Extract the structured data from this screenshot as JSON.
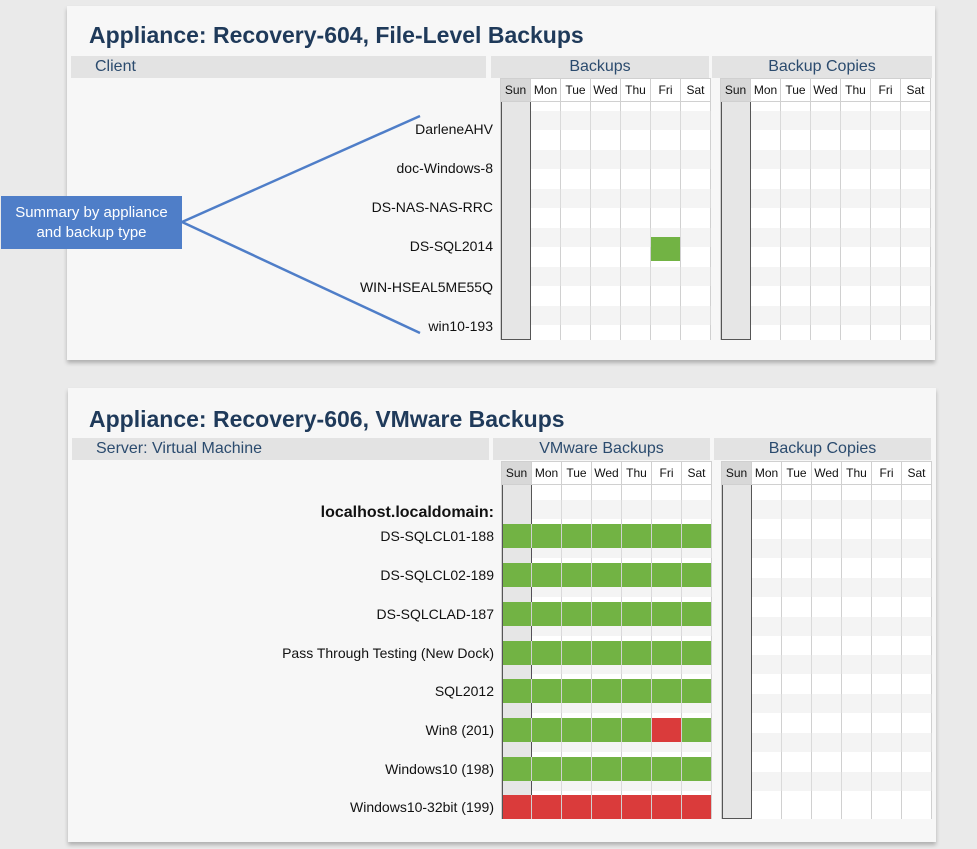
{
  "days": [
    "Sun",
    "Mon",
    "Tue",
    "Wed",
    "Thu",
    "Fri",
    "Sat"
  ],
  "colors": {
    "success": "#72b344",
    "failure": "#da3b3b",
    "title": "#1f3a5a",
    "callout": "#4f7ec8"
  },
  "callout": {
    "text_line1": "Summary by appliance",
    "text_line2": "and backup type"
  },
  "card1": {
    "title": "Appliance: Recovery-604, File-Level Backups",
    "col_header": "Client",
    "backups_header": "Backups",
    "copies_header": "Backup Copies",
    "rows": [
      {
        "label": "DarleneAHV",
        "cells": [
          "",
          "",
          "",
          "",
          "",
          "",
          ""
        ]
      },
      {
        "label": "doc-Windows-8",
        "cells": [
          "",
          "",
          "",
          "",
          "",
          "",
          ""
        ]
      },
      {
        "label": "DS-NAS-NAS-RRC",
        "cells": [
          "",
          "",
          "",
          "",
          "",
          "",
          ""
        ]
      },
      {
        "label": "DS-SQL2014",
        "cells": [
          "",
          "",
          "",
          "",
          "",
          "success",
          ""
        ]
      },
      {
        "label": "WIN-HSEAL5ME55Q",
        "cells": [
          "",
          "",
          "",
          "",
          "",
          "",
          ""
        ]
      },
      {
        "label": "win10-193",
        "cells": [
          "",
          "",
          "",
          "",
          "",
          "",
          ""
        ]
      }
    ]
  },
  "card2": {
    "title": "Appliance: Recovery-606, VMware Backups",
    "col_header": "Server: Virtual Machine",
    "backups_header": "VMware Backups",
    "copies_header": "Backup Copies",
    "group": "localhost.localdomain:",
    "rows": [
      {
        "label": "DS-SQLCL01-188",
        "cells": [
          "success",
          "success",
          "success",
          "success",
          "success",
          "success",
          "success"
        ]
      },
      {
        "label": "DS-SQLCL02-189",
        "cells": [
          "success",
          "success",
          "success",
          "success",
          "success",
          "success",
          "success"
        ]
      },
      {
        "label": "DS-SQLCLAD-187",
        "cells": [
          "success",
          "success",
          "success",
          "success",
          "success",
          "success",
          "success"
        ]
      },
      {
        "label": "Pass Through Testing (New Dock)",
        "cells": [
          "success",
          "success",
          "success",
          "success",
          "success",
          "success",
          "success"
        ]
      },
      {
        "label": "SQL2012",
        "cells": [
          "success",
          "success",
          "success",
          "success",
          "success",
          "success",
          "success"
        ]
      },
      {
        "label": "Win8 (201)",
        "cells": [
          "success",
          "success",
          "success",
          "success",
          "success",
          "failure",
          "success"
        ]
      },
      {
        "label": "Windows10 (198)",
        "cells": [
          "success",
          "success",
          "success",
          "success",
          "success",
          "success",
          "success"
        ]
      },
      {
        "label": "Windows10-32bit (199)",
        "cells": [
          "failure",
          "failure",
          "failure",
          "failure",
          "failure",
          "failure",
          "failure"
        ]
      }
    ]
  }
}
